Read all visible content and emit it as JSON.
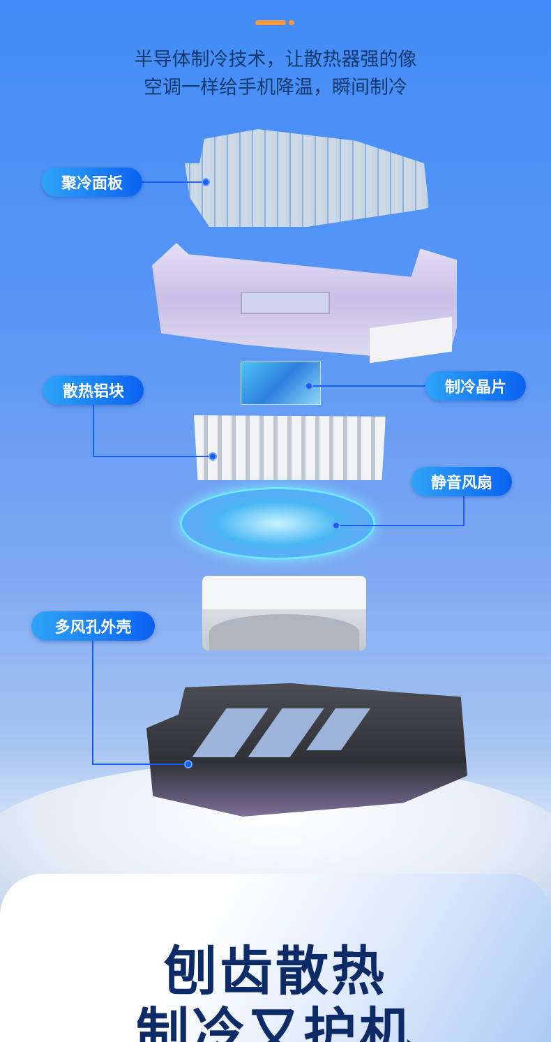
{
  "header": {
    "subtitle_line1": "半导体制冷技术，让散热器强的像",
    "subtitle_line2": "空调一样给手机降温，瞬间制冷"
  },
  "labels": {
    "panel": "聚冷面板",
    "chip": "制冷晶片",
    "heatsink": "散热铝块",
    "fan": "静音风扇",
    "shell": "多风孔外壳"
  },
  "footer": {
    "title_line1": "刨齿散热",
    "title_line2": "制冷又护机"
  },
  "colors": {
    "accent": "#f79a3c",
    "label_start": "#2fa4f7",
    "label_end": "#0a62f0",
    "title": "#0d2b66"
  }
}
